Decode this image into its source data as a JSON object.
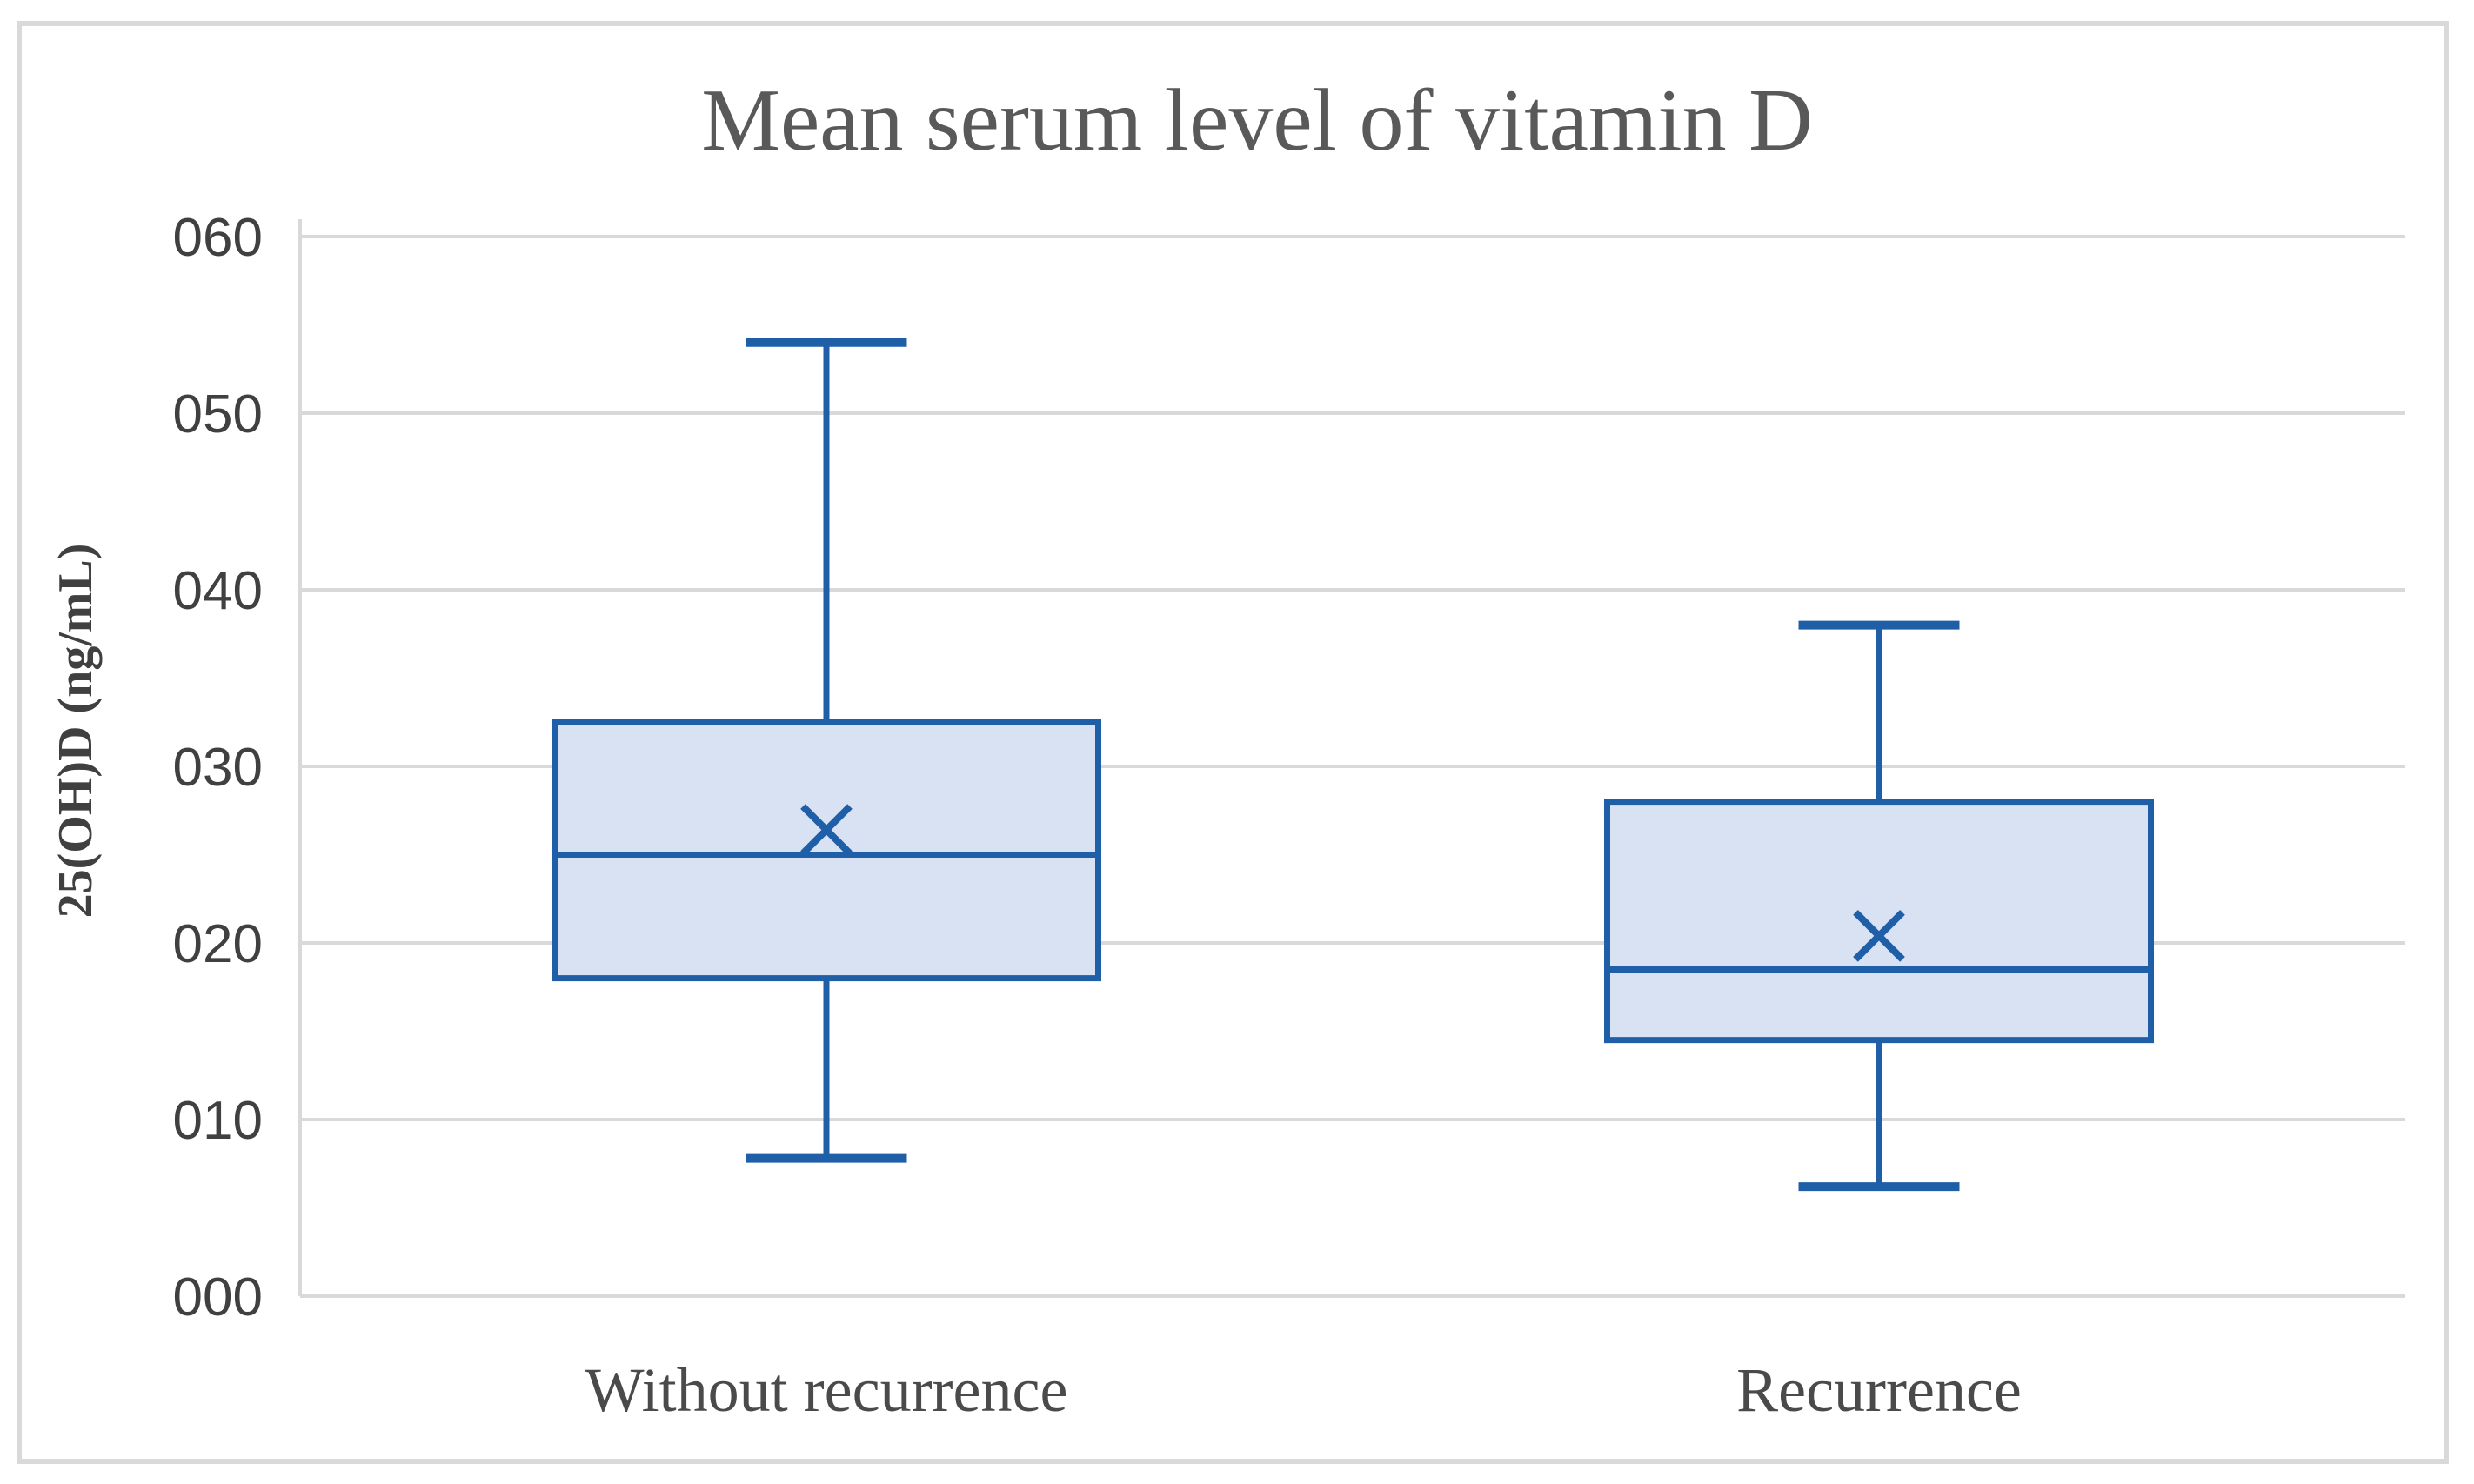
{
  "figure": {
    "background": "#ffffff",
    "border_color": "#d9d9d9"
  },
  "chart_data": {
    "type": "box",
    "title": "Mean serum level of vitamin D",
    "xlabel": "",
    "ylabel": "25(OH)D (ng/mL)",
    "ylim": [
      0,
      60
    ],
    "grid": true,
    "legend": "none",
    "ytick_values": [
      0,
      10,
      20,
      30,
      40,
      50,
      60
    ],
    "ytick_labels": [
      "000",
      "010",
      "020",
      "030",
      "040",
      "050",
      "060"
    ],
    "categories": [
      "Without recurrence",
      "Recurrence"
    ],
    "series": [
      {
        "name": "Without recurrence",
        "min": 7.8,
        "q1": 18,
        "median": 25,
        "q3": 32.5,
        "max": 54,
        "mean": 26.4
      },
      {
        "name": "Recurrence",
        "min": 6.2,
        "q1": 14.5,
        "median": 18.5,
        "q3": 28,
        "max": 38,
        "mean": 20.4
      }
    ],
    "colors": {
      "box_fill": "#d9e2f3",
      "box_stroke": "#1f5fa8",
      "mean_marker": "#1f5fa8",
      "gridline": "#d9d9d9",
      "axis_line": "#d9d9d9",
      "title_color": "#595959",
      "tick_color": "#404040",
      "category_color": "#4a4a4a"
    }
  }
}
